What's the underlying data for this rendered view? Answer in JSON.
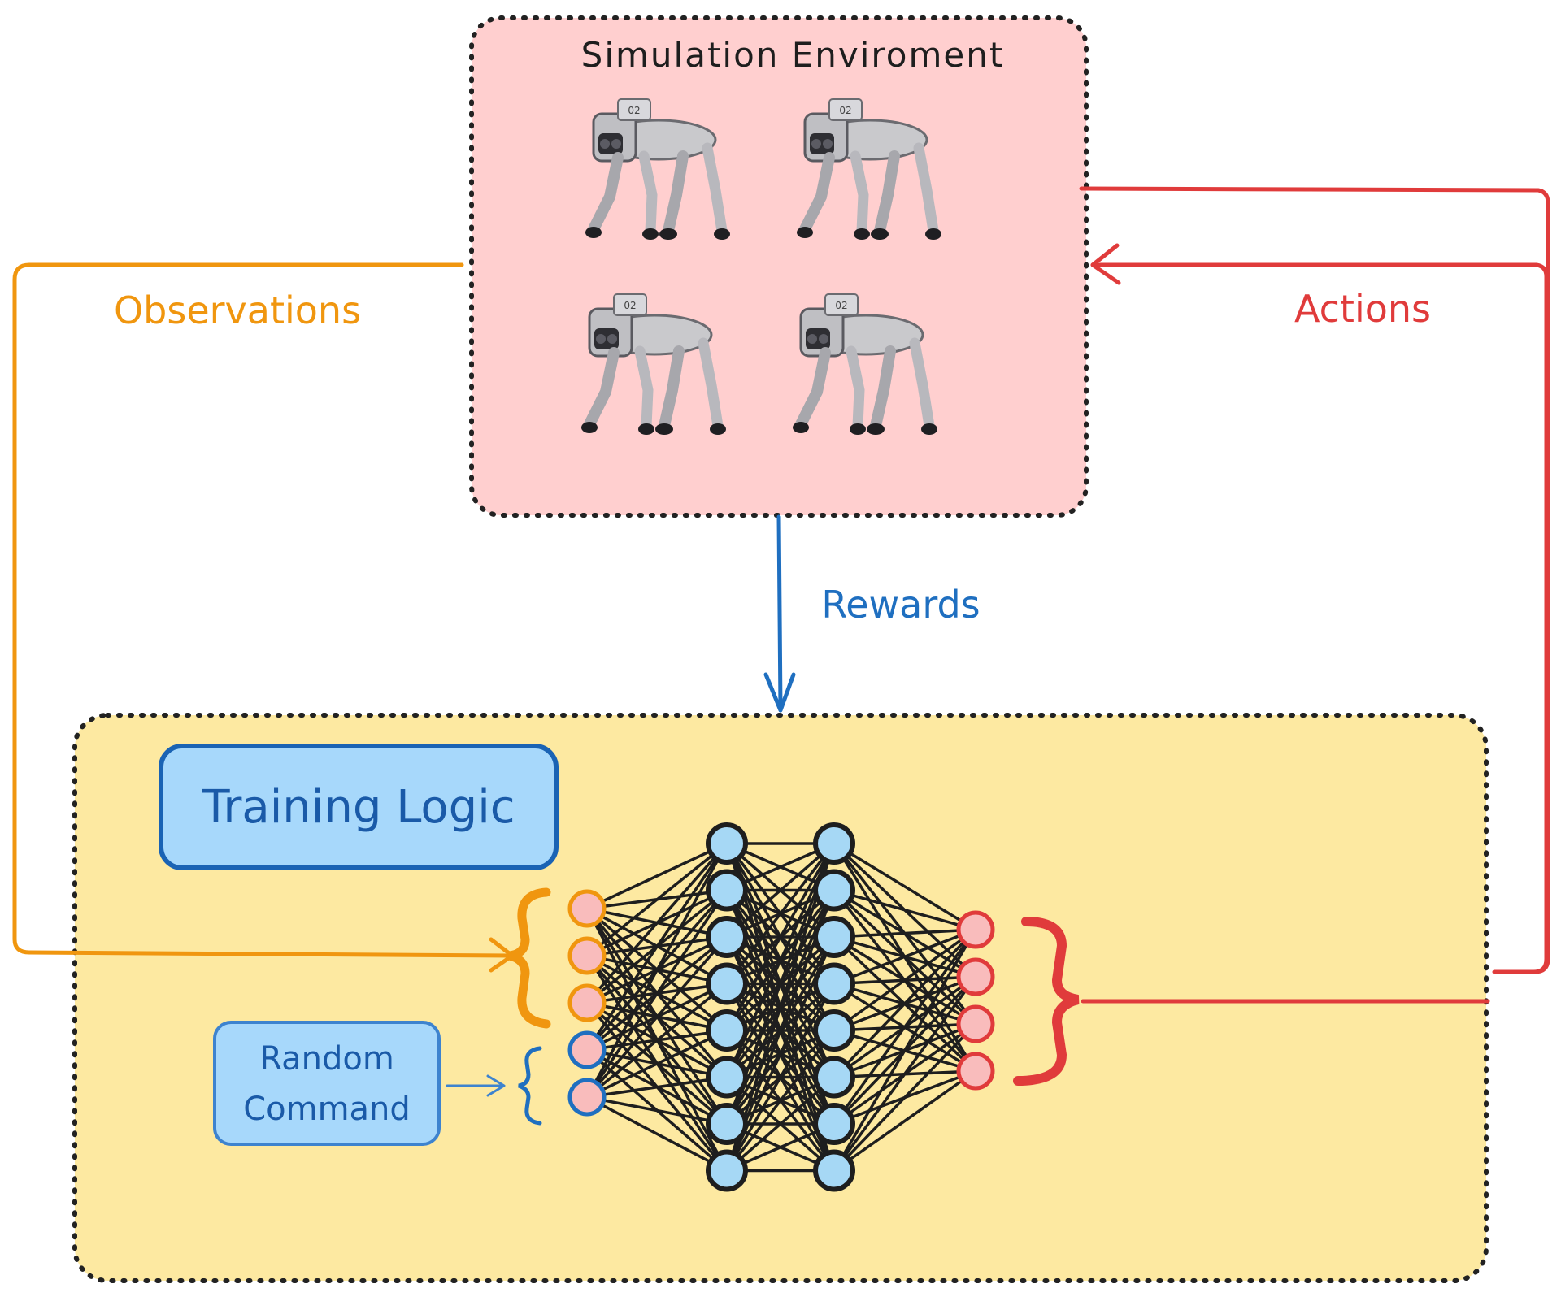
{
  "sim_env": {
    "title": "Simulation Enviroment",
    "robot_count": 4,
    "robot_badge": "02"
  },
  "labels": {
    "observations": "Observations",
    "actions": "Actions",
    "rewards": "Rewards"
  },
  "training": {
    "title": "Training Logic",
    "random_command": [
      "Random",
      "Command"
    ]
  },
  "network": {
    "observation_inputs": 3,
    "command_inputs": 2,
    "hidden_layers": [
      8,
      8
    ],
    "outputs": 4
  },
  "colors": {
    "sim_fill": "#ffcfcf",
    "training_fill": "#fde9a1",
    "observations": "#f0960f",
    "actions": "#e03b3b",
    "rewards": "#1f6fc0",
    "label_box_fill": "#a7d8fb",
    "hidden_node": "#a6d8f5",
    "input_node": "#f9bcbc",
    "dotted_border": "#222222"
  }
}
